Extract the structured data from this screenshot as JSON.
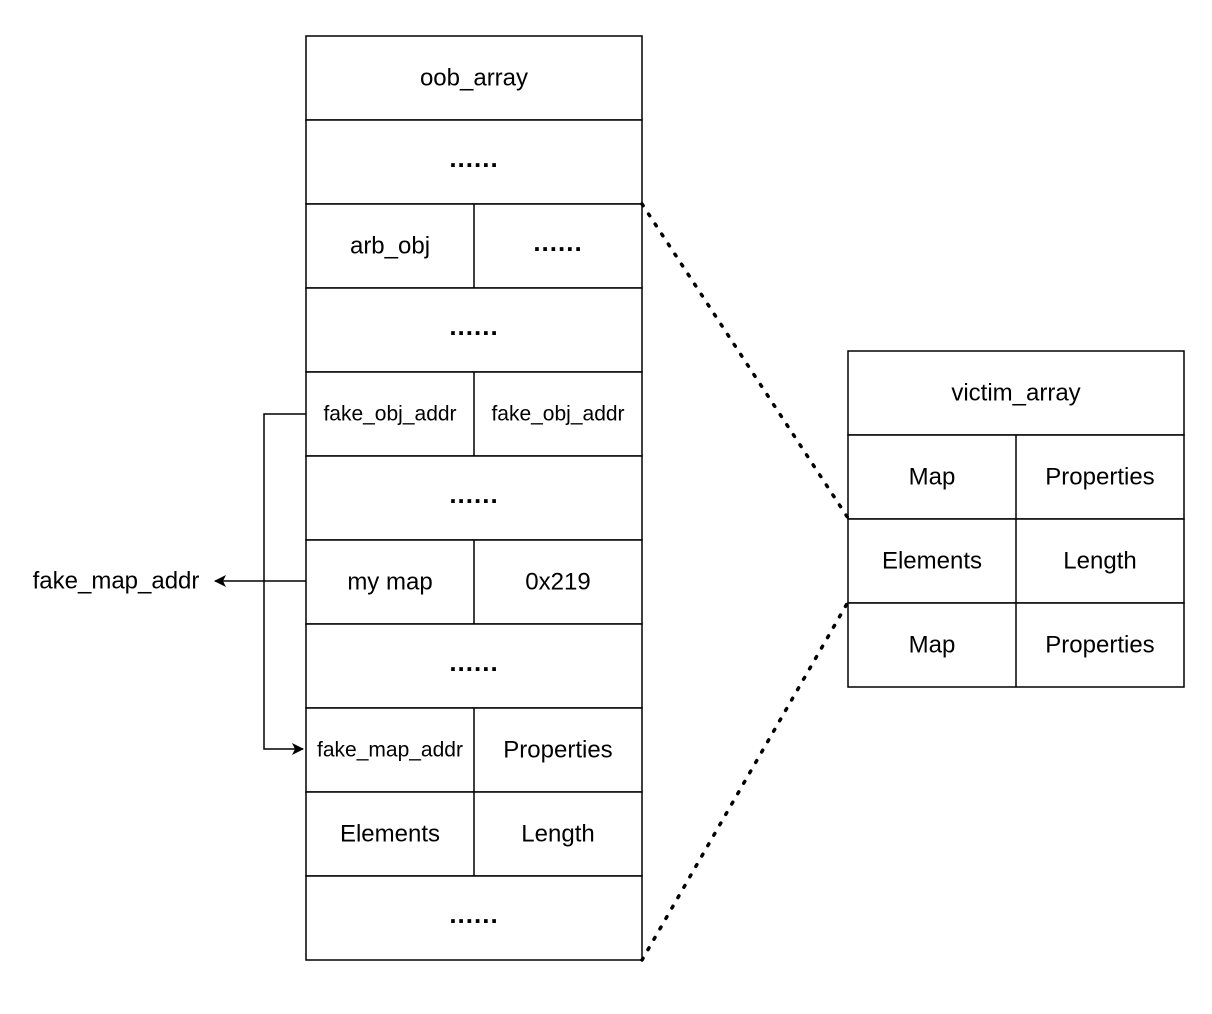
{
  "oob_array": {
    "rows": [
      {
        "type": "full",
        "text": "oob_array"
      },
      {
        "type": "full",
        "text": "......"
      },
      {
        "type": "split",
        "left": "arb_obj",
        "right": "......"
      },
      {
        "type": "full",
        "text": "......"
      },
      {
        "type": "split",
        "left": "fake_obj_addr",
        "right": "fake_obj_addr"
      },
      {
        "type": "full",
        "text": "......"
      },
      {
        "type": "split",
        "left": "my map",
        "right": "0x219"
      },
      {
        "type": "full",
        "text": "......"
      },
      {
        "type": "split",
        "left": "fake_map_addr",
        "right": "Properties"
      },
      {
        "type": "split",
        "left": "Elements",
        "right": "Length"
      },
      {
        "type": "full",
        "text": "......"
      }
    ]
  },
  "victim_array": {
    "rows": [
      {
        "type": "full",
        "text": "victim_array"
      },
      {
        "type": "split",
        "left": "Map",
        "right": "Properties"
      },
      {
        "type": "split",
        "left": "Elements",
        "right": "Length"
      },
      {
        "type": "split",
        "left": "Map",
        "right": "Properties"
      }
    ]
  },
  "external_label": "fake_map_addr",
  "colors": {
    "stroke": "#000000",
    "background": "#ffffff",
    "text": "#000000"
  }
}
